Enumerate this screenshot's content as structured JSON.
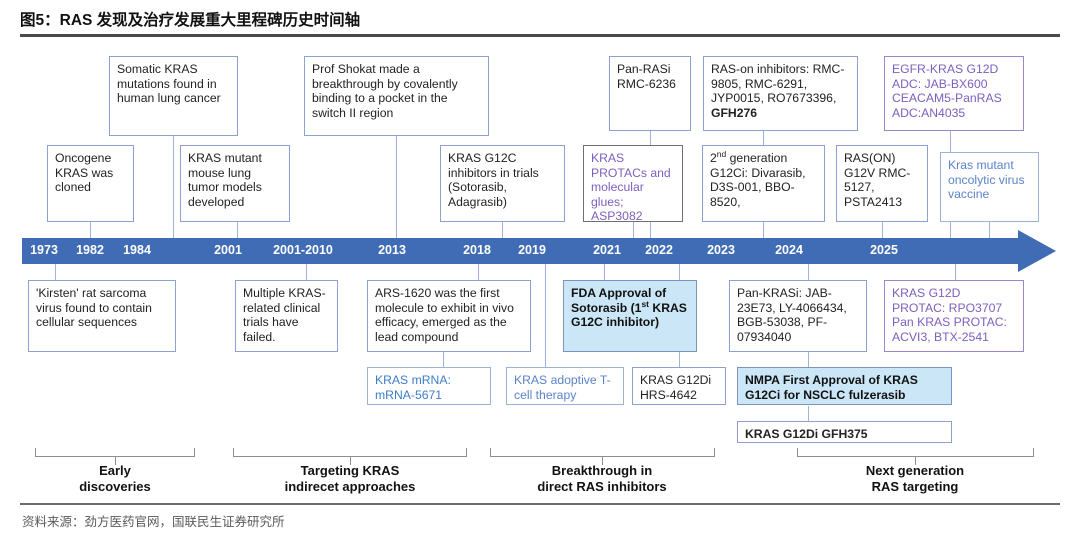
{
  "header": {
    "title": "图5：RAS 发现及治疗发展重大里程碑历史时间轴",
    "source": "资料来源：劲方医药官网，国联民生证券研究所"
  },
  "timeline": {
    "years": [
      "1973",
      "1982",
      "1984",
      "2001",
      "2001-2010",
      "2013",
      "2018",
      "2019",
      "2021",
      "2022",
      "2023",
      "2024",
      "2025"
    ],
    "bar_color": "#3f6cb5"
  },
  "colors": {
    "axis_blue": "#3f6cb5",
    "box_border_blue": "#8ba3ce",
    "purple_text": "#7d5fbe",
    "blue_text": "#3d7cc9",
    "highlight_bg": "#cbe7f7"
  },
  "boxes_above": [
    {
      "id": "oncogene-kras-cloned",
      "text": "Oncogene KRAS was cloned",
      "year": "1982"
    },
    {
      "id": "somatic-kras-mutations",
      "text": "Somatic KRAS mutations found in human lung cancer",
      "year": "1982"
    },
    {
      "id": "kras-mutant-mouse-models",
      "text": "KRAS mutant mouse lung tumor models developed",
      "year": "2001"
    },
    {
      "id": "prof-shokat-breakthrough",
      "text": "Prof Shokat made a breakthrough by covalently binding to a pocket in the switch II region",
      "year": "2013"
    },
    {
      "id": "kras-g12c-inhibitors-trials",
      "text": "KRAS G12C inhibitors in trials (Sotorasib, Adagrasib)",
      "year": "2018"
    },
    {
      "id": "kras-protacs-molecular-glues",
      "text": "KRAS PROTACs and molecular glues; ASP3082",
      "year": "2021"
    },
    {
      "id": "pan-rasi-rmc6236",
      "text": "Pan-RASi RMC-6236",
      "year": "2022"
    },
    {
      "id": "ras-on-inhibitors",
      "text": "RAS-on inhibitors: RMC-9805, RMC-6291, JYP0015, RO7673396, ",
      "bold_tail": "GFH276",
      "year": "2023"
    },
    {
      "id": "second-generation-g12ci",
      "text_pre": "2",
      "text_sup": "nd",
      "text_post": " generation G12Ci: Divarasib, D3S-001, BBO-8520,",
      "year": "2023"
    },
    {
      "id": "ras-on-g12v",
      "text": "RAS(ON) G12V RMC-5127, PSTA2413",
      "year": "2024"
    },
    {
      "id": "egfr-kras-g12d-adc",
      "text": "EGFR-KRAS G12D ADC: JAB-BX600 CEACAM5-PanRAS ADC:AN4035",
      "year": "2025"
    },
    {
      "id": "kras-mutant-oncolytic-vaccine",
      "text": "Kras mutant oncolytic virus vaccine",
      "year": "2025"
    }
  ],
  "boxes_below": [
    {
      "id": "kirsten-rat-sarcoma",
      "text": "'Kirsten' rat sarcoma virus found to contain cellular sequences",
      "year": "1973"
    },
    {
      "id": "multiple-trials-failed",
      "text": "Multiple KRAS-related clinical trials have failed.",
      "year": "2001-2010"
    },
    {
      "id": "ars-1620-lead-compound",
      "text": "ARS-1620 was the first molecule to exhibit in vivo efficacy, emerged as the lead compound",
      "year": "2013"
    },
    {
      "id": "fda-approval-sotorasib",
      "text_pre": "FDA Approval of Sotorasib (1",
      "text_sup": "st",
      "text_post": " KRAS G12C inhibitor)",
      "year": "2021"
    },
    {
      "id": "pan-krasi-list",
      "text": "Pan-KRASi: JAB-23E73, LY-4066434, BGB-53038, PF-07934040",
      "year": "2024"
    },
    {
      "id": "kras-g12d-protac",
      "text": "KRAS G12D PROTAC: RPO3707 Pan KRAS PROTAC: ACVI3, BTX-2541",
      "year": "2025"
    },
    {
      "id": "kras-mrna-5671",
      "text": "KRAS mRNA: mRNA-5671",
      "year": "2019"
    },
    {
      "id": "kras-adoptive-tcell",
      "text": "KRAS adoptive T-cell therapy",
      "year": "2021"
    },
    {
      "id": "kras-g12di-hrs4642",
      "text": "KRAS G12Di HRS-4642",
      "year": "2022"
    },
    {
      "id": "nmpa-first-approval-fulzerasib",
      "text": "NMPA First Approval of  KRAS G12Ci for NSCLC fulzerasib",
      "year": "2024"
    },
    {
      "id": "kras-g12di-gfh375",
      "text": "KRAS G12Di GFH375",
      "year": "2024"
    }
  ],
  "phases": [
    {
      "id": "early-discoveries",
      "line1": "Early",
      "line2": "discoveries"
    },
    {
      "id": "targeting-kras-indirect",
      "line1": "Targeting KRAS",
      "line2": "indirecet approaches"
    },
    {
      "id": "breakthrough-direct-ras",
      "line1": "Breakthrough in",
      "line2": "direct RAS inhibitors"
    },
    {
      "id": "next-generation-ras",
      "line1": "Next generation",
      "line2": "RAS targeting"
    }
  ]
}
